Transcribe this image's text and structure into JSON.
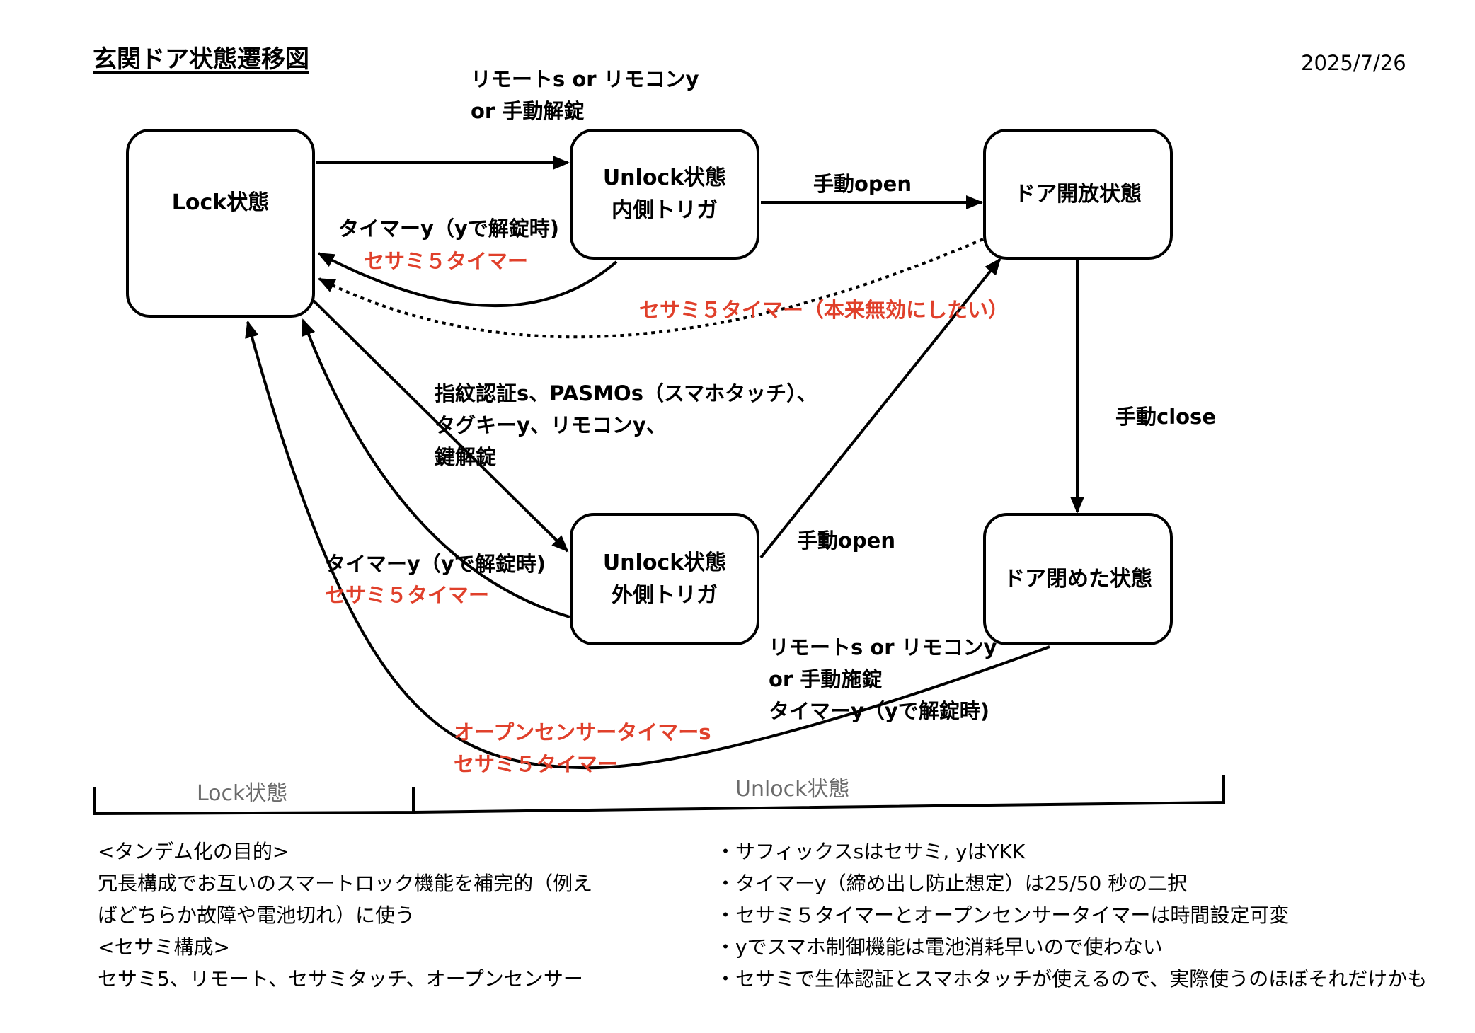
{
  "title": "玄関ドア状態遷移図",
  "date": "2025/7/26",
  "colors": {
    "red": "#e0402b",
    "gray": "#6b6b6b",
    "ink": "#000000"
  },
  "states": {
    "lock": [
      "Lock状態"
    ],
    "unlock_inner": [
      "Unlock状態",
      "内側トリガ"
    ],
    "door_open": [
      "ドア開放状態"
    ],
    "unlock_outer": [
      "Unlock状態",
      "外側トリガ"
    ],
    "door_closed": [
      "ドア閉めた状態"
    ]
  },
  "transitions": {
    "lock_to_unlock_inner": [
      "リモートs or リモコンy",
      "or 手動解錠"
    ],
    "unlock_inner_to_lock": {
      "black": "タイマーy（yで解錠時)",
      "red": "セサミ５タイマー"
    },
    "unlock_inner_to_door_open": "手動open",
    "door_open_to_lock": {
      "red": "セサミ５タイマー（本来無効にしたい）"
    },
    "lock_to_unlock_outer": [
      "指紋認証s、PASMOs（スマホタッチ）、",
      "タグキーy、リモコンy、",
      "鍵解錠"
    ],
    "unlock_outer_to_lock": {
      "black": "タイマーy（yで解錠時)",
      "red": "セサミ５タイマー"
    },
    "unlock_outer_to_door_open": "手動open",
    "door_open_to_door_closed": "手動close",
    "door_closed_to_lock": {
      "black": [
        "リモートs or リモコンy",
        "or 手動施錠",
        "タイマーy（yで解錠時)"
      ],
      "red": [
        "オープンセンサータイマーs",
        "セサミ５タイマー"
      ]
    }
  },
  "timeline": {
    "lock": "Lock状態",
    "unlock": "Unlock状態"
  },
  "notes": {
    "left": [
      "<タンデム化の目的>",
      "冗長構成でお互いのスマートロック機能を補完的（例え",
      "ばどちらか故障や電池切れ）に使う",
      "<セサミ構成>",
      "セサミ5、リモート、セサミタッチ、オープンセンサー"
    ],
    "right": [
      "・サフィックスsはセサミ, yはYKK",
      "・タイマーy（締め出し防止想定）は25/50 秒の二択",
      "・セサミ５タイマーとオープンセンサータイマーは時間設定可変",
      "・yでスマホ制御機能は電池消耗早いので使わない",
      "・セサミで生体認証とスマホタッチが使えるので、実際使うのほぼそれだけかも"
    ]
  }
}
